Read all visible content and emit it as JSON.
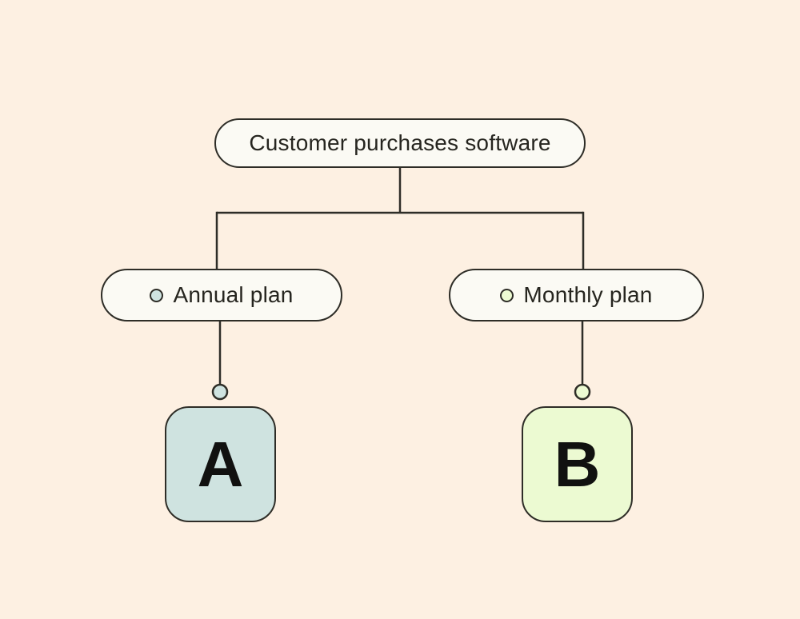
{
  "canvas": {
    "background": "#fdf0e2"
  },
  "palette": {
    "node_fill": "#fbfaf4",
    "stroke": "#2e2d27",
    "text": "#26251f",
    "annual_accent": "#cfe3e0",
    "monthly_accent": "#ecfad2"
  },
  "root_node": {
    "label": "Customer purchases software"
  },
  "branch_nodes": [
    {
      "id": "annual",
      "label": "Annual plan",
      "accent": "#cfe3e0"
    },
    {
      "id": "monthly",
      "label": "Monthly plan",
      "accent": "#ecfad2"
    }
  ],
  "result_nodes": [
    {
      "label": "A",
      "fill": "#cfe3e0"
    },
    {
      "label": "B",
      "fill": "#ecfad2"
    }
  ]
}
